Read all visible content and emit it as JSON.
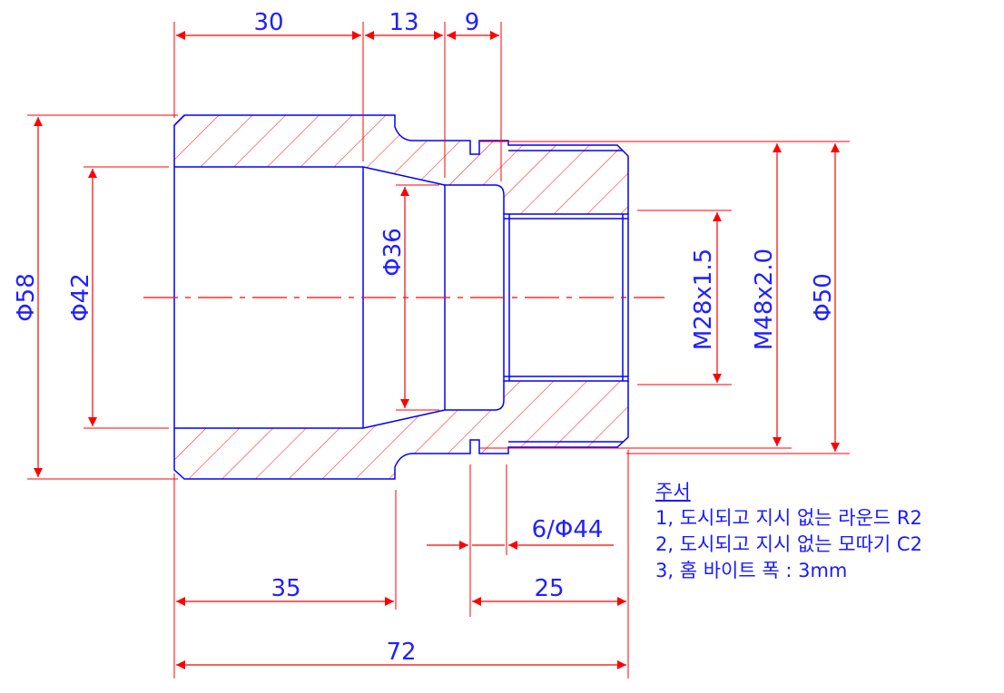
{
  "dimensions": {
    "top_30": "30",
    "top_13": "13",
    "top_9": "9",
    "dia_58": "Φ58",
    "dia_42": "Φ42",
    "dia_36": "Φ36",
    "thread_28": "M28x1.5",
    "thread_48": "M48x2.0",
    "dia_50": "Φ50",
    "groove": "6/Φ44",
    "bottom_35": "35",
    "bottom_25": "25",
    "overall_72": "72"
  },
  "notes": {
    "title": "주서",
    "items": [
      "1, 도시되고 지시 없는 라운드 R2",
      "2, 도시되고 지시 없는 모따기 C2",
      "3, 홈 바이트 폭 : 3mm"
    ]
  },
  "colors": {
    "outline": "#0000ff",
    "hatch": "#ff3030",
    "dimension": "#ff0000",
    "text": "#2020ff"
  }
}
